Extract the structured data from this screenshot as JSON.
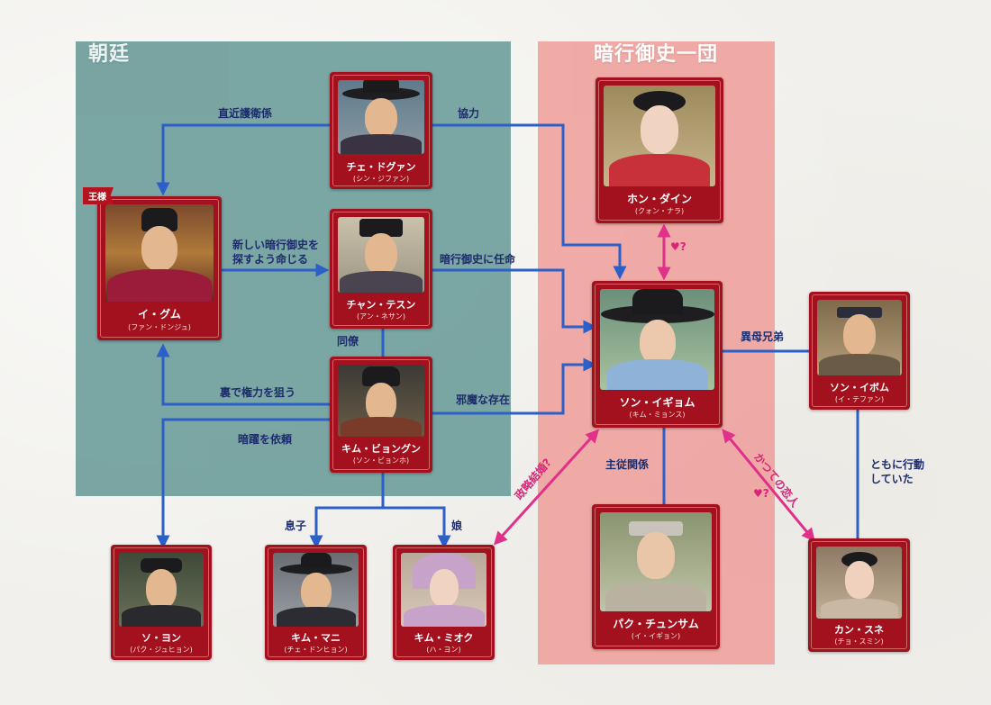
{
  "regions": {
    "court": "朝廷",
    "inspector": "暗行御史一団"
  },
  "badge": "王様",
  "characters": {
    "choe": {
      "name": "チェ・ドグァン",
      "actor": "(シン・ジファン)"
    },
    "lee": {
      "name": "イ・グム",
      "actor": "(ファン・ドンジュ)"
    },
    "jang": {
      "name": "チャン・テスン",
      "actor": "(アン・ネサン)"
    },
    "kim_b": {
      "name": "キム・ビョングン",
      "actor": "(ソン・ビョンホ)"
    },
    "hong": {
      "name": "ホン・ダイン",
      "actor": "(クォン・ナラ)"
    },
    "song_i": {
      "name": "ソン・イギョム",
      "actor": "(キム・ミョンス)"
    },
    "song_ib": {
      "name": "ソン・イボム",
      "actor": "(イ・テファン)"
    },
    "park": {
      "name": "パク・チュンサム",
      "actor": "(イ・イギョン)"
    },
    "kang": {
      "name": "カン・スネ",
      "actor": "(チョ・スミン)"
    },
    "so": {
      "name": "ソ・ヨン",
      "actor": "(パク・ジュヒョン)"
    },
    "kim_m": {
      "name": "キム・マニ",
      "actor": "(チェ・ドンヒョン)"
    },
    "kim_mi": {
      "name": "キム・ミオク",
      "actor": "(ハ・ヨン)"
    }
  },
  "relations": {
    "guard": "直近護衛係",
    "coop": "協力",
    "order_1": "新しい暗行御史を",
    "order_2": "探すよう命じる",
    "appoint": "暗行御史に任命",
    "colleague": "同僚",
    "power": "裏で権力を狙う",
    "hinder": "邪魔な存在",
    "assassin": "暗躍を依頼",
    "son": "息子",
    "daughter": "娘",
    "half_bro": "異母兄弟",
    "master": "主従関係",
    "together_1": "ともに行動",
    "together_2": "していた",
    "strategic": "政略結婚?",
    "ex": "かつての恋人",
    "heart_q1": "♥?",
    "heart_q2": "♥?"
  },
  "colors": {
    "arrow_blue": "#2d5fc8",
    "arrow_pink": "#e0308a",
    "card_red": "#a3101e",
    "court_bg": "#6f9e9c",
    "inspector_bg": "#ef9e9a"
  }
}
